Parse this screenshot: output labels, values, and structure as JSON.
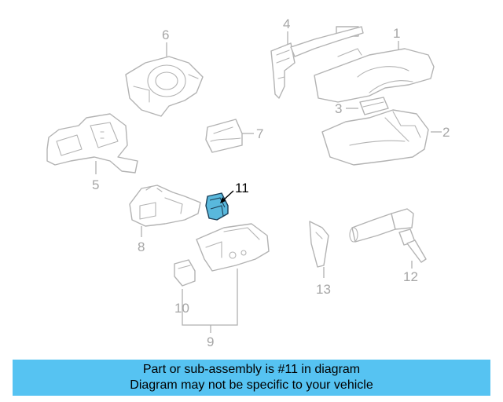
{
  "callouts": {
    "c1": "1",
    "c2": "2",
    "c3": "3",
    "c4": "4",
    "c5": "5",
    "c6": "6",
    "c7": "7",
    "c8": "8",
    "c9": "9",
    "c10": "10",
    "c11": "11",
    "c12": "12",
    "c13": "13"
  },
  "highlighted_part": "11",
  "colors": {
    "highlight_fill": "#59b8dc",
    "banner_bg": "#56c3f2",
    "part_stroke": "#b3b3b3"
  },
  "banner": {
    "line1": "Part or sub-assembly is #11 in diagram",
    "line2": "Diagram may not be specific to your vehicle"
  }
}
